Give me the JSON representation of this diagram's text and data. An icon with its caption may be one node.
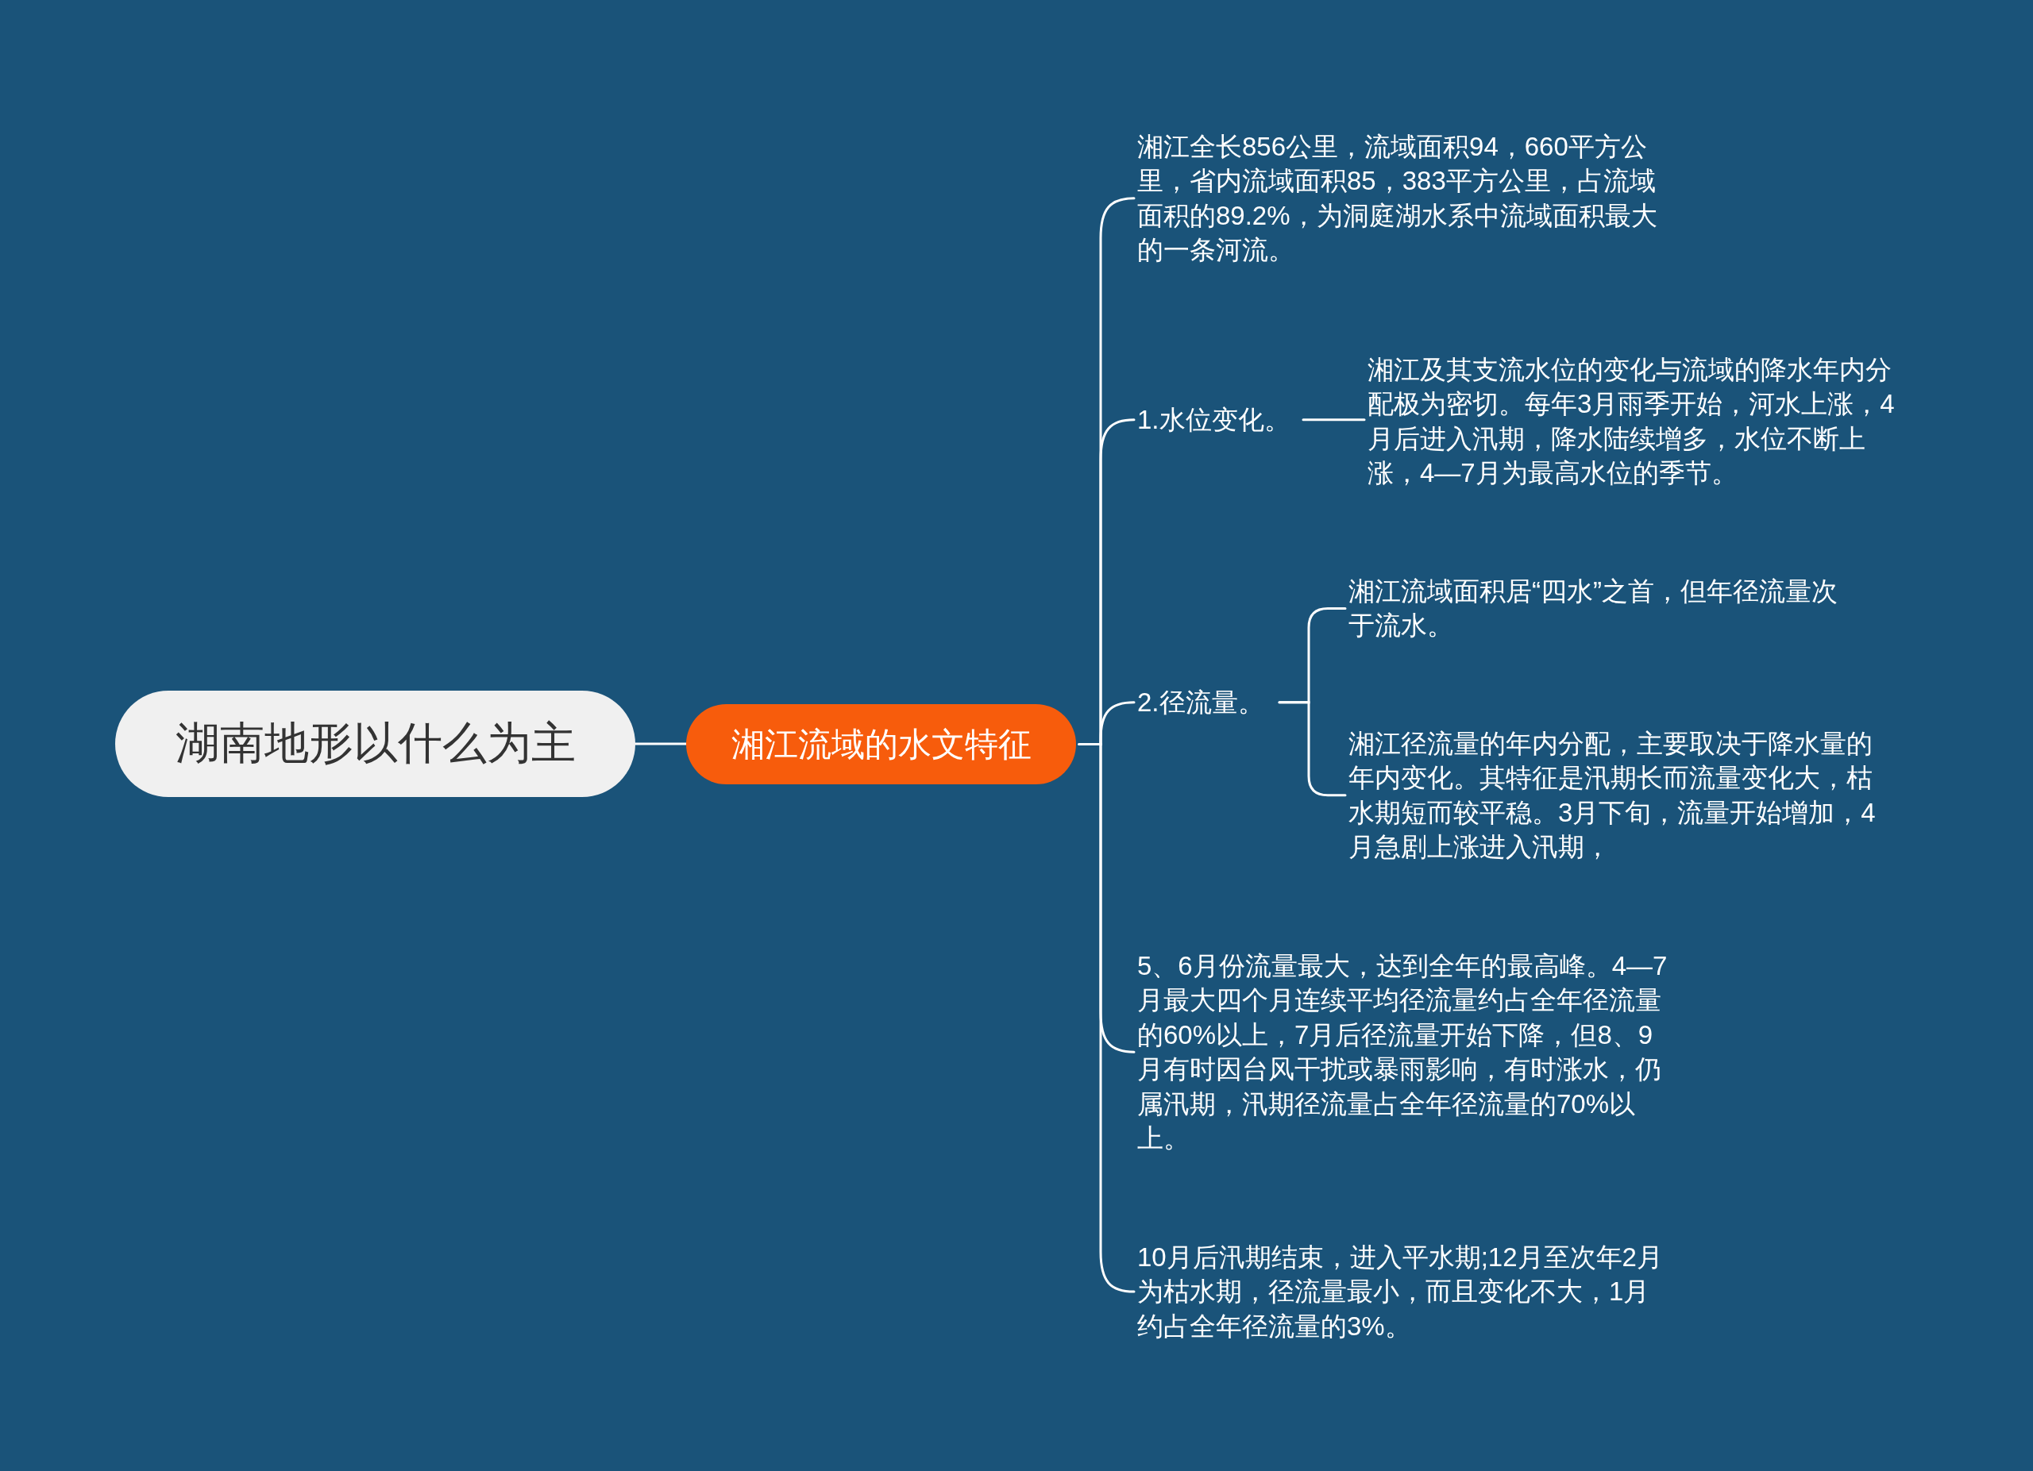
{
  "diagram": {
    "nodes": [
      {
        "text": [
          "湖南地形以什么为主"
        ]
      },
      {
        "text": [
          "湘江流域的水文特征"
        ]
      },
      {
        "text": [
          "湘江全长856公里，流域面积94，660平方公里，省内流域面积85，383平方公里，占流域面积的89.2%，为洞庭湖水系中流域面积最大的一条河流。"
        ]
      },
      {
        "text": [
          "1.水位变化。"
        ]
      },
      {
        "text": [
          "湘江及其支流水位的变化与流域的降水年内分配极为密切。每年3月雨季开始，河水上涨，4月后进入汛期，降水陆续增多，水位不断上涨，4—7月为最高水位的季节。"
        ]
      },
      {
        "text": [
          "2.径流量。"
        ]
      },
      {
        "text": [
          "湘江流域面积居“四水”之首，但年径流量次于流水。"
        ]
      },
      {
        "text": [
          "湘江径流量的年内分配，主要取决于降水量的年内变化。其特征是汛期长而流量变化大，枯水期短而较平稳。3月下旬，流量开始增加，4月急剧上涨进入汛期，"
        ]
      },
      {
        "text": [
          "5、6月份流量最大，达到全年的最高峰。4—7月最大四个月连续平均径流量约占全年径流量的60%以上，7月后径流量开始下降，但8、9月有时因台风干扰或暴雨影响，有时涨水，仍属汛期，汛期径流量占全年径流量的70%以上。"
        ]
      },
      {
        "text": [
          "10月后汛期结束，进入平水期;12月至次年2月为枯水期，径流量最小，而且变化不大，1月约占全年径流量的3%。"
        ]
      }
    ],
    "edges": [
      {
        "from": 0,
        "to": 1,
        "arrow": "none"
      },
      {
        "from": 1,
        "to": 2,
        "arrow": "none"
      },
      {
        "from": 1,
        "to": 3,
        "arrow": "none"
      },
      {
        "from": 1,
        "to": 5,
        "arrow": "none"
      },
      {
        "from": 1,
        "to": 8,
        "arrow": "none"
      },
      {
        "from": 1,
        "to": 9,
        "arrow": "none"
      },
      {
        "from": 3,
        "to": 4,
        "arrow": "none"
      },
      {
        "from": 5,
        "to": 6,
        "arrow": "none"
      },
      {
        "from": 5,
        "to": 7,
        "arrow": "none"
      }
    ]
  }
}
